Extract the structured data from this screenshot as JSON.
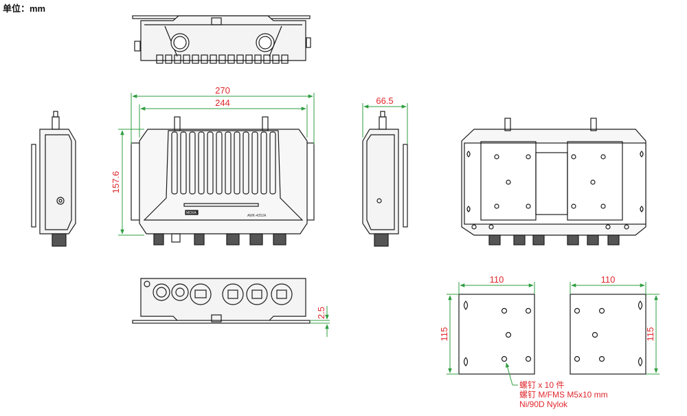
{
  "unit_label": "单位：mm",
  "colors": {
    "dimension_line": "#2e9e3f",
    "dimension_text": "#e0262b",
    "outline": "#1a1a1a"
  },
  "front_view": {
    "brand": "MOXA",
    "model": "AWK-4252A"
  },
  "dimensions": {
    "total_width": "270",
    "body_width": "244",
    "height": "157.6",
    "depth": "66.5",
    "bracket_thickness": "2.5",
    "plate_left_width": "110",
    "plate_right_width": "110",
    "plate_left_height": "115",
    "plate_right_height": "115"
  },
  "screw_note": {
    "line1": "螺钉 x 10 件",
    "line2": "螺钉 M/FMS M5x10 mm",
    "line3": "Ni/90D Nylok"
  }
}
